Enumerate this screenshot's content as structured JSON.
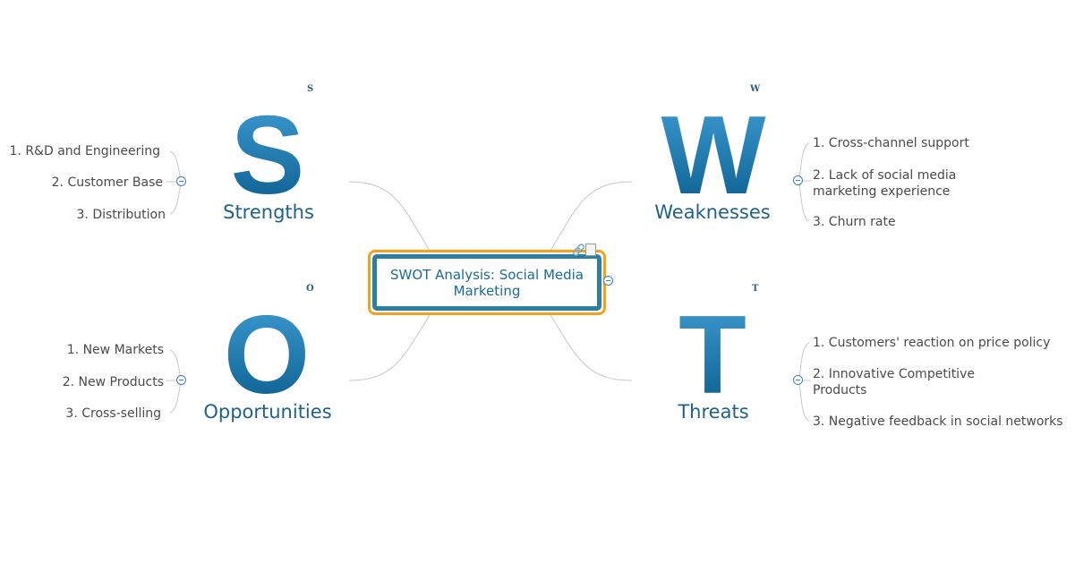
{
  "central_topic": {
    "title": "SWOT Analysis: Social Media Marketing"
  },
  "quadrants": [
    {
      "key": "S",
      "letter": "S",
      "label": "Strengths",
      "items": [
        "1. R&D and Engineering",
        "2. Customer Base",
        "3. Distribution"
      ]
    },
    {
      "key": "W",
      "letter": "W",
      "label": "Weaknesses",
      "items": [
        "1. Cross-channel support",
        "2. Lack of social media marketing experience",
        "3. Churn rate"
      ]
    },
    {
      "key": "O",
      "letter": "O",
      "label": "Opportunities",
      "items": [
        "1. New Markets",
        "2. New Products",
        "3. Cross-selling"
      ]
    },
    {
      "key": "T",
      "letter": "T",
      "label": "Threats",
      "items": [
        "1. Customers' reaction on price policy",
        "2. Innovative Competitive Products",
        "3. Negative feedback in social networks"
      ]
    }
  ],
  "icons": [
    "link-icon",
    "note-icon",
    "collapse-icon"
  ]
}
